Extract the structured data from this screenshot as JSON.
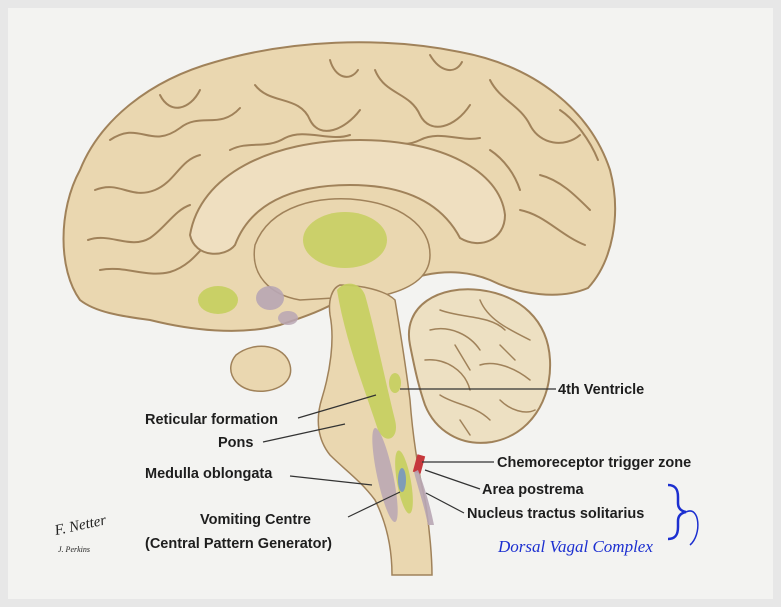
{
  "labels": {
    "fourth_ventricle": "4th Ventricle",
    "reticular_formation": "Reticular formation",
    "pons": "Pons",
    "chemoreceptor_trigger_zone": "Chemoreceptor trigger zone",
    "medulla_oblongata": "Medulla oblongata",
    "area_postrema": "Area postrema",
    "nucleus_tractus_solitarius": "Nucleus tractus solitarius",
    "vomiting_centre": "Vomiting Centre",
    "central_pattern_generator": "(Central Pattern Generator)",
    "dorsal_vagal_complex": "Dorsal Vagal Complex"
  },
  "signature": {
    "name": "F. Netter",
    "line2": "J. Perkins"
  },
  "colors": {
    "brain_tissue": "#ead7b0",
    "sulcus_lines": "#a0825a",
    "highlight_green": "#c5cf5e",
    "region_purple": "#b8a6b4",
    "region_blue": "#7f9cb7",
    "trigger_zone_red": "#c6383c",
    "dorsal_vagal_complex": "#1c2fd0"
  }
}
